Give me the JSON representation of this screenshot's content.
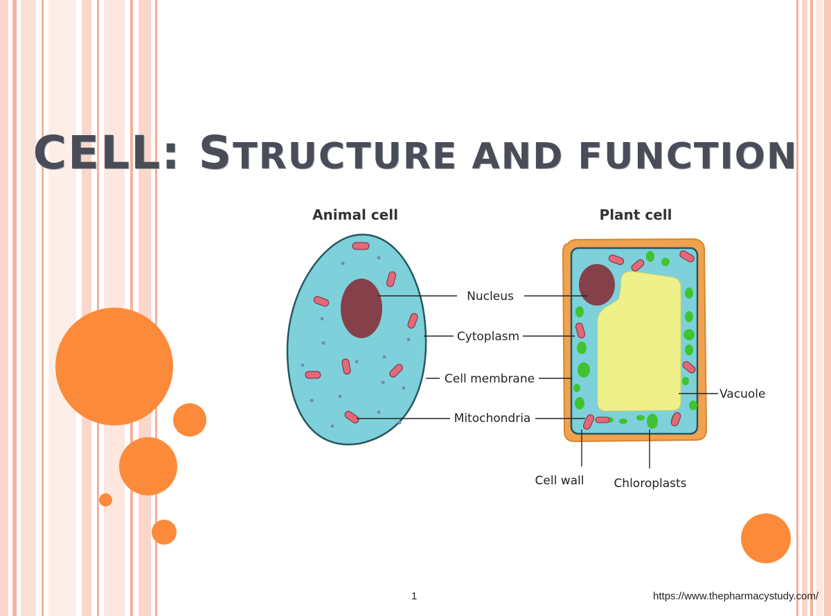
{
  "slide": {
    "title_part1": "CELL: ",
    "title_cap_S": "S",
    "title_rest": "TRUCTURE AND FUNCTION",
    "page_number": "1",
    "source_url": "https://www.thepharmacystudy.com/"
  },
  "diagram": {
    "animal_title": "Animal cell",
    "plant_title": "Plant cell",
    "labels": {
      "nucleus": "Nucleus",
      "cytoplasm": "Cytoplasm",
      "cell_membrane": "Cell membrane",
      "mitochondria": "Mitochondria",
      "vacuole": "Vacuole",
      "cell_wall": "Cell wall",
      "chloroplasts": "Chloroplasts"
    }
  },
  "colors": {
    "accent_orange": "#fb8b3a",
    "stripe_pink": "#f7b7a8",
    "title_gray": "#4a4d57",
    "cytoplasm": "#7ed0db",
    "nucleus": "#85404a",
    "mitochondria": "#e0697a",
    "cell_wall": "#f0a24e",
    "vacuole": "#eef08a",
    "chloroplast": "#3fc430"
  }
}
